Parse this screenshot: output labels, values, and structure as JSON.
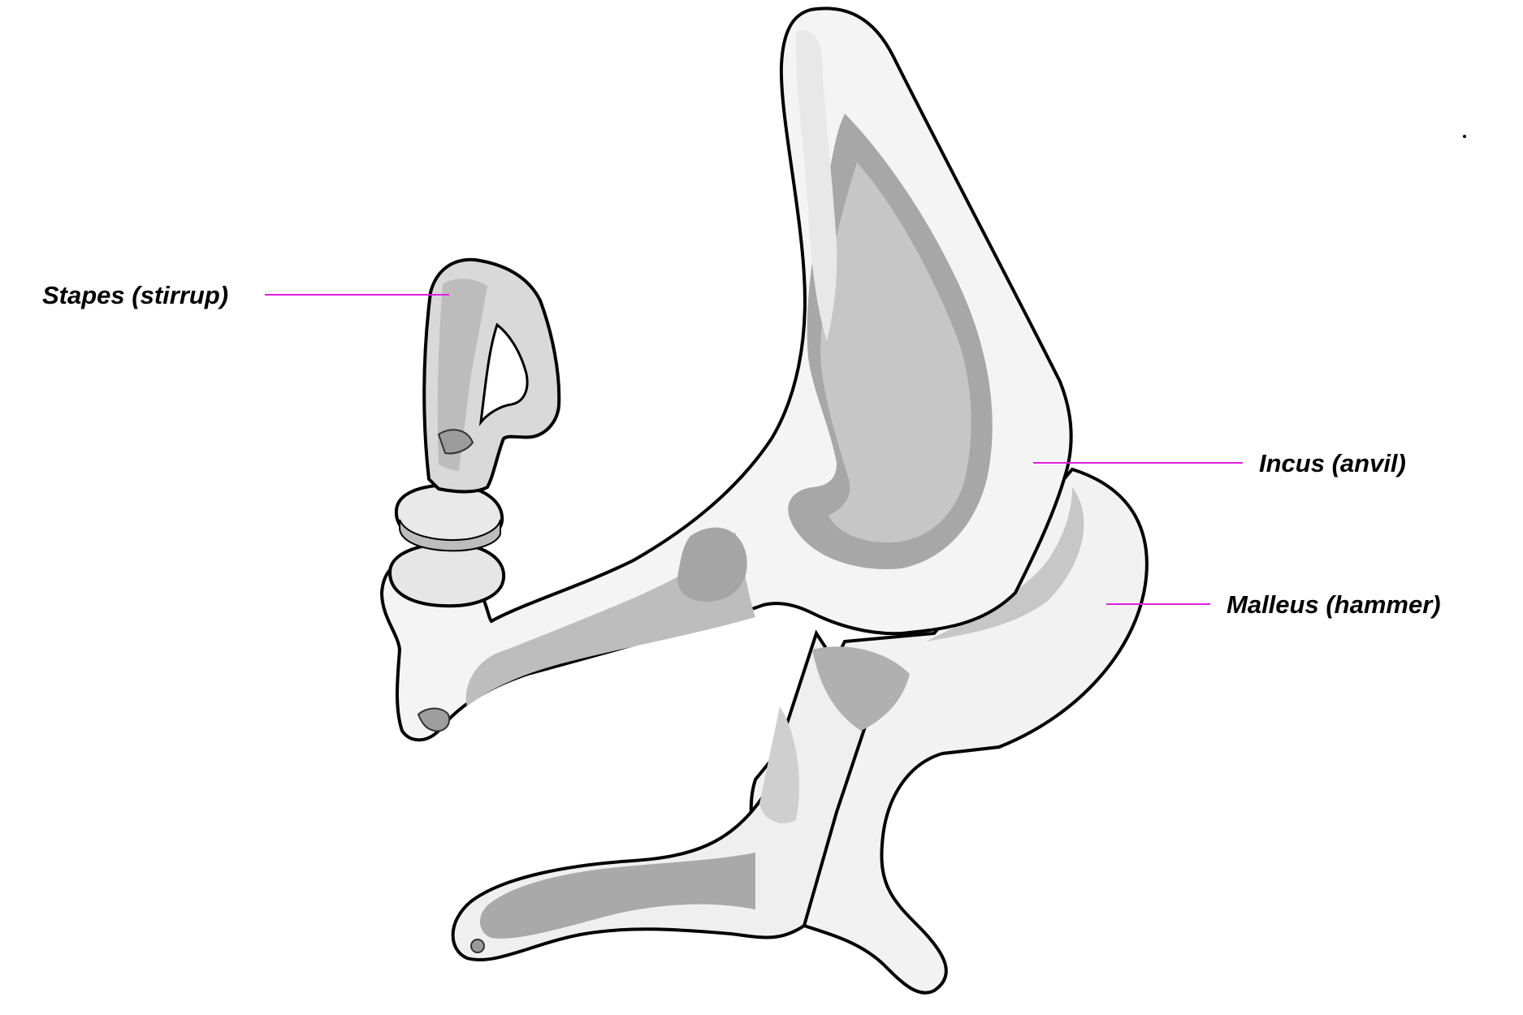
{
  "labels": {
    "stapes": "Stapes (stirrup)",
    "incus": "Incus (anvil)",
    "malleus": "Malleus (hammer)"
  },
  "colors": {
    "leader_line": "#e020e0",
    "outline": "#000000",
    "bone_light": "#f3f3f3",
    "bone_mid": "#c9c9c9",
    "bone_dark": "#a3a3a3",
    "background": "#ffffff"
  }
}
